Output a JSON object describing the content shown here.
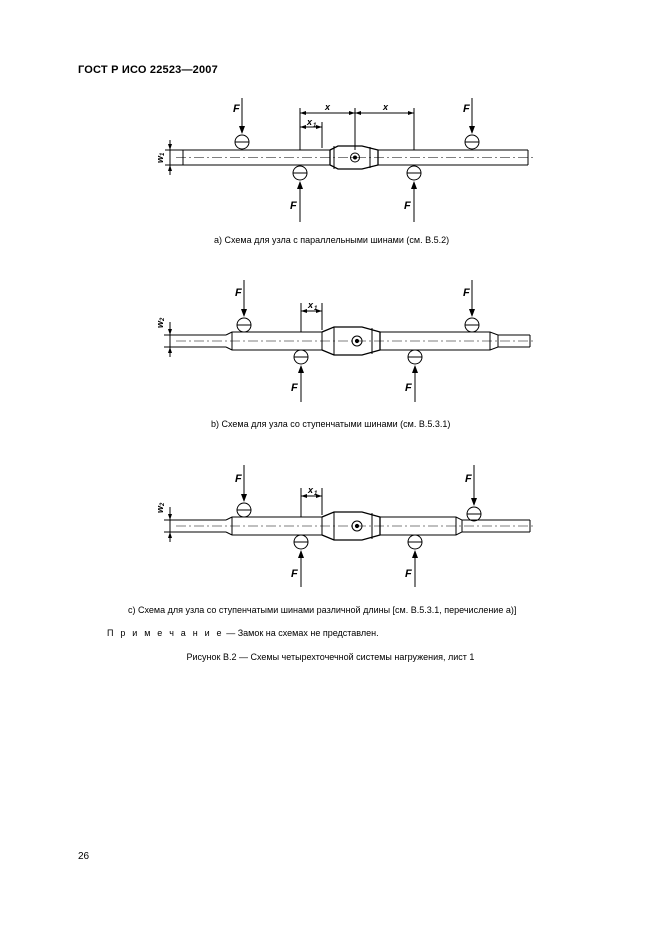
{
  "header": {
    "title": "ГОСТ Р ИСО 22523—2007"
  },
  "figures": {
    "a": {
      "caption": "a) Схема для узла с параллельными шинами (см. В.5.2)",
      "labels": {
        "force": "F",
        "x": "x",
        "x1": "x",
        "x1_sub": "1",
        "w": "w",
        "w_sub": "1"
      }
    },
    "b": {
      "caption": "b) Схема для узла со ступенчатыми шинами (см. В.5.3.1)",
      "labels": {
        "force": "F",
        "x1": "x",
        "x1_sub": "1",
        "w": "w",
        "w_sub": "2"
      }
    },
    "c": {
      "caption": "c) Схема для узла со ступенчатыми шинами различной длины [см. В.5.3.1, перечисление а)]",
      "labels": {
        "force": "F",
        "x1": "x",
        "x1_sub": "1",
        "w": "w",
        "w_sub": "2"
      }
    }
  },
  "note": {
    "lead": "П р и м е ч а н и е",
    "text": " — Замок на схемах не представлен."
  },
  "figure_title": "Рисунок В.2 — Схемы четырехточечной системы нагружения, лист 1",
  "page_number": "26"
}
